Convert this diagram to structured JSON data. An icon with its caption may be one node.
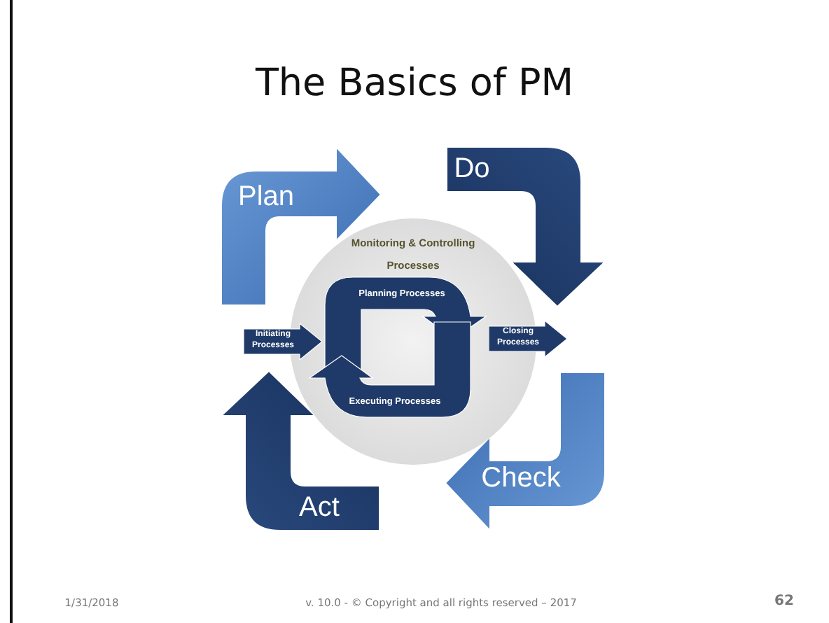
{
  "diagram": {
    "title": "The Basics of PM",
    "nodes": [
      {
        "text": [
          "Plan"
        ]
      },
      {
        "text": [
          "Do"
        ]
      },
      {
        "text": [
          "Check"
        ]
      },
      {
        "text": [
          "Act"
        ]
      },
      {
        "text": [
          "Monitoring & Controlling Processes"
        ]
      },
      {
        "text": [
          "Planning Processes"
        ],
        "in": 4
      },
      {
        "text": [
          "Executing Processes"
        ],
        "in": 4
      },
      {
        "text": [
          "Initiating Processes"
        ]
      },
      {
        "text": [
          "Closing Processes"
        ]
      }
    ],
    "labels": [
      "1/31/2018",
      "v. 10.0 - © Copyright and all rights reserved – 2017",
      "62"
    ]
  }
}
